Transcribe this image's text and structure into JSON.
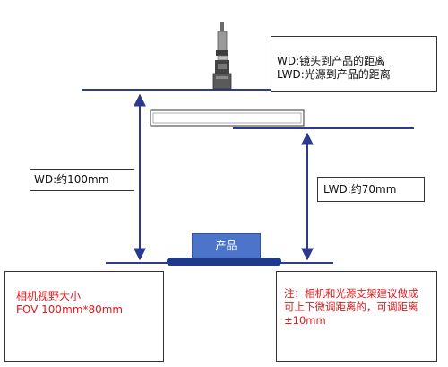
{
  "legend": {
    "wd_definition": "WD:镜头到产品的距离",
    "lwd_definition": "LWD:光源到产品的距离"
  },
  "wd_label": "WD:约100mm",
  "lwd_label": "LWD:约70mm",
  "product_label": "产品",
  "fov_box": {
    "line1": "相机视野大小",
    "line2": "FOV 100mm*80mm"
  },
  "note_box": {
    "line1": "注：相机和光源支架建议做成",
    "line2": "可上下微调距离的，可调距离",
    "line3": "±10mm"
  },
  "colors": {
    "reference_line": "#2a3d8f",
    "arrow": "#2b3a8e",
    "product_fill": "#4c74c9",
    "stage_fill": "#1f3a8a",
    "note_text": "#e0191b"
  },
  "icons": {
    "camera": "camera-lens-icon",
    "light": "ring-light-icon"
  }
}
